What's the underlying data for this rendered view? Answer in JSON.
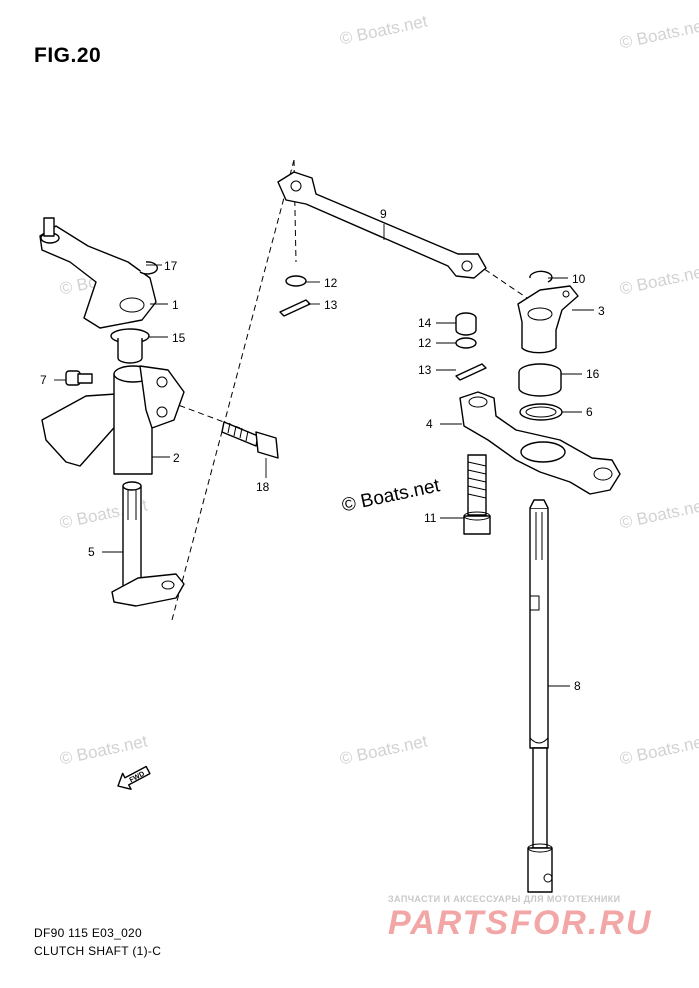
{
  "figure": {
    "title": "FIG.20",
    "model_code": "DF90 115 E03_020",
    "part_group": "CLUTCH SHAFT (1)-C"
  },
  "watermarks": {
    "repeating": "© Boats.net",
    "center_copyright": "© Boats.net",
    "count": 9
  },
  "advert": {
    "tagline": "ЗАПЧАСТИ И АКСЕССУАРЫ ДЛЯ МОТОТЕХНИКИ",
    "brand": "PARTSFOR.RU",
    "brand_color": "#e03a3a"
  },
  "direction_arrow": {
    "text": "FWD"
  },
  "callouts": [
    "17",
    "1",
    "15",
    "7",
    "2",
    "18",
    "5",
    "9",
    "12",
    "13",
    "10",
    "3",
    "14",
    "12",
    "13",
    "16",
    "6",
    "4",
    "11",
    "8"
  ],
  "colors": {
    "line": "#000000",
    "watermark": "#d2d2d2"
  }
}
